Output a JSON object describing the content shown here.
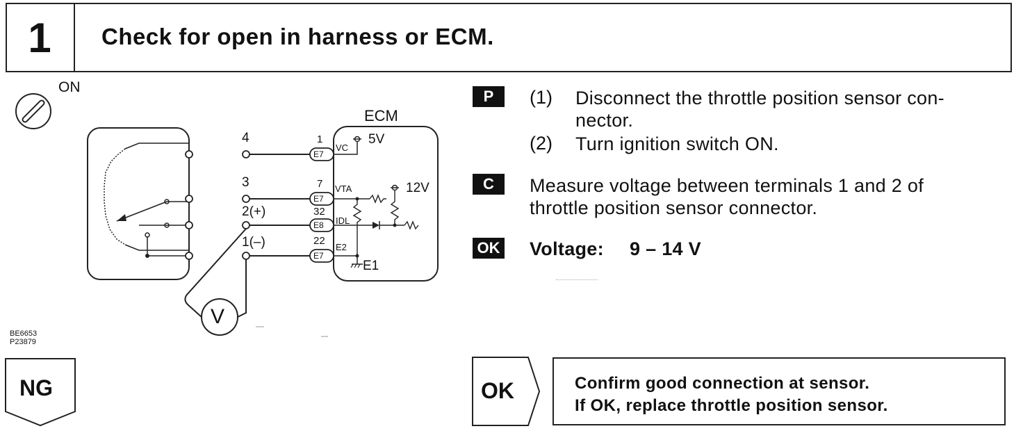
{
  "header": {
    "step_number": "1",
    "title": "Check for open in harness or ECM."
  },
  "diagram": {
    "ignition_label": "ON",
    "ecm_label": "ECM",
    "sensor_pins": [
      "4",
      "3",
      "2(+)",
      "1(–)"
    ],
    "ecm_pins": [
      {
        "number": "1",
        "connector": "E7",
        "signal": "VC"
      },
      {
        "number": "7",
        "connector": "E7",
        "signal": "VTA"
      },
      {
        "number": "32",
        "connector": "E8",
        "signal": "IDL"
      },
      {
        "number": "22",
        "connector": "E7",
        "signal": "E2"
      }
    ],
    "voltage_5v": "5V",
    "voltage_12v": "12V",
    "ground_label": "E1",
    "meter_label": "V",
    "figure_codes": [
      "BE6653",
      "P23879"
    ]
  },
  "instructions": {
    "p_tag": "P",
    "step1_num": "(1)",
    "step1_line1": "Disconnect the throttle position sensor con-",
    "step1_line2": "nector.",
    "step2_num": "(2)",
    "step2_text": "Turn ignition switch ON.",
    "c_tag": "C",
    "check_line1": "Measure voltage between terminals 1 and 2 of",
    "check_line2": "throttle position sensor connector.",
    "ok_tag": "OK",
    "spec_label": "Voltage:",
    "spec_value": "9 – 14 V"
  },
  "results": {
    "ng_label": "NG",
    "ok_label": "OK",
    "ok_line1": "Confirm good connection at sensor.",
    "ok_line2": "If OK, replace throttle position sensor."
  }
}
